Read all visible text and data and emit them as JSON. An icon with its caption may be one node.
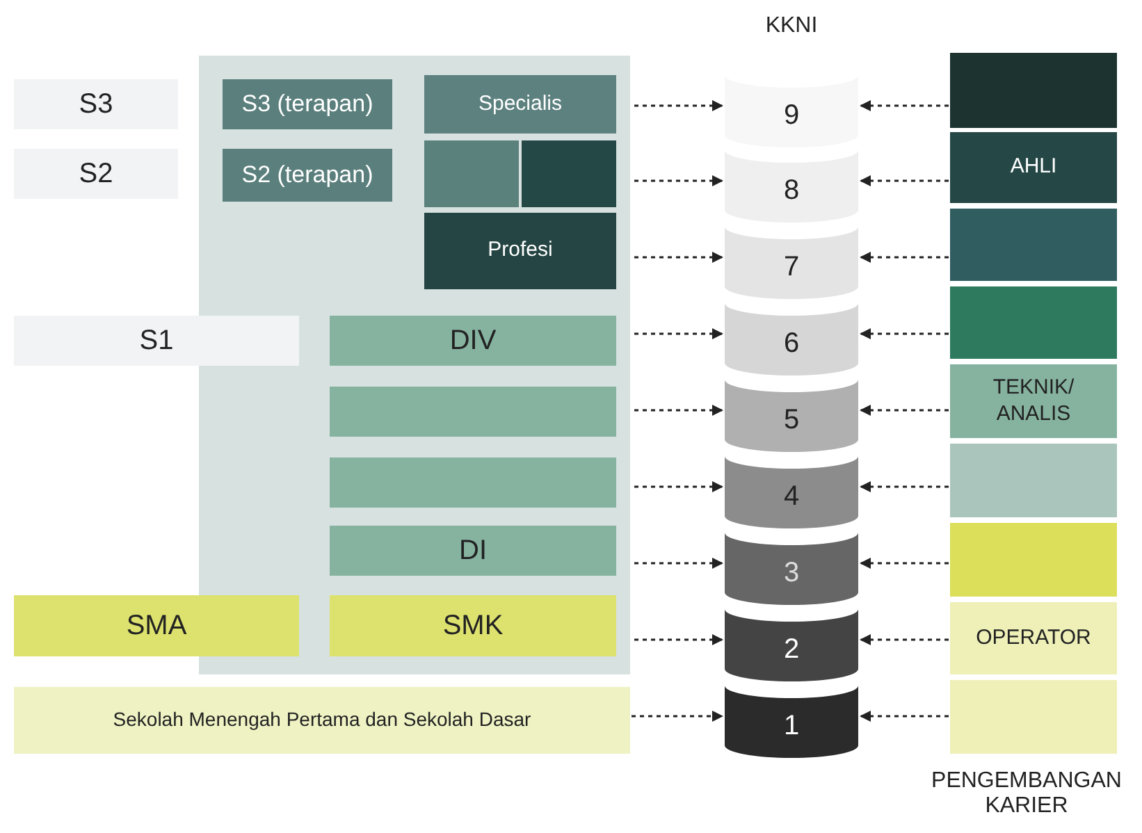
{
  "diagram": {
    "nodes": [
      {
        "text": [
          "S3"
        ]
      },
      {
        "text": [],
        "shape": "box"
      },
      {
        "text": [
          "S3 (terapan)"
        ],
        "in": 1
      },
      {
        "text": [
          "Specialis"
        ],
        "in": 1
      },
      {
        "text": [
          "9"
        ]
      },
      {
        "text": [],
        "shape": "box"
      },
      {
        "text": [
          "S2"
        ]
      },
      {
        "text": [
          "S2 (terapan)"
        ],
        "in": 1
      },
      {
        "text": [],
        "shape": "box",
        "in": 1
      },
      {
        "text": [],
        "shape": "box",
        "in": 1
      },
      {
        "text": [
          "8"
        ]
      },
      {
        "text": [
          "AHLI"
        ]
      },
      {
        "text": [
          "Profesi"
        ],
        "in": 1
      },
      {
        "text": [
          "7"
        ]
      },
      {
        "text": [],
        "shape": "box"
      },
      {
        "text": [
          "S1"
        ]
      },
      {
        "text": [
          "DIV"
        ],
        "in": 1
      },
      {
        "text": [
          "6"
        ]
      },
      {
        "text": [],
        "shape": "box"
      },
      {
        "text": [],
        "shape": "box",
        "in": 1
      },
      {
        "text": [
          "5"
        ]
      },
      {
        "text": [
          "TEKNIK/ ANALIS"
        ]
      },
      {
        "text": [],
        "shape": "box",
        "in": 1
      },
      {
        "text": [
          "4"
        ]
      },
      {
        "text": [],
        "shape": "box"
      },
      {
        "text": [
          "DI"
        ],
        "in": 1
      },
      {
        "text": [
          "3"
        ]
      },
      {
        "text": [],
        "shape": "box"
      },
      {
        "text": [
          "SMA"
        ]
      },
      {
        "text": [
          "SMK"
        ],
        "in": 1
      },
      {
        "text": [
          "2"
        ]
      },
      {
        "text": [
          "OPERATOR"
        ]
      },
      {
        "text": [
          "Sekolah Menengah Pertama dan Sekolah Dasar"
        ]
      },
      {
        "text": [
          "1"
        ]
      },
      {
        "text": [],
        "shape": "box"
      }
    ],
    "edges": [
      {
        "from": 3,
        "to": 4,
        "arrow": "to",
        "style": "dashed"
      },
      {
        "from": 5,
        "to": 4,
        "arrow": "to",
        "style": "dashed"
      },
      {
        "from": 9,
        "to": 10,
        "arrow": "to",
        "style": "dashed"
      },
      {
        "from": 11,
        "to": 10,
        "arrow": "to",
        "style": "dashed"
      },
      {
        "from": 12,
        "to": 13,
        "arrow": "to",
        "style": "dashed"
      },
      {
        "from": 14,
        "to": 13,
        "arrow": "to",
        "style": "dashed"
      },
      {
        "from": 16,
        "to": 17,
        "arrow": "to",
        "style": "dashed"
      },
      {
        "from": 18,
        "to": 17,
        "arrow": "to",
        "style": "dashed"
      },
      {
        "from": 19,
        "to": 20,
        "arrow": "to",
        "style": "dashed"
      },
      {
        "from": 21,
        "to": 20,
        "arrow": "to",
        "style": "dashed"
      },
      {
        "from": 22,
        "to": 23,
        "arrow": "to",
        "style": "dashed"
      },
      {
        "from": 24,
        "to": 23,
        "arrow": "to",
        "style": "dashed"
      },
      {
        "from": 25,
        "to": 26,
        "arrow": "to",
        "style": "dashed"
      },
      {
        "from": 27,
        "to": 26,
        "arrow": "to",
        "style": "dashed"
      },
      {
        "from": 29,
        "to": 30,
        "arrow": "to",
        "style": "dashed"
      },
      {
        "from": 31,
        "to": 30,
        "arrow": "to",
        "style": "dashed"
      },
      {
        "from": 32,
        "to": 33,
        "arrow": "to",
        "style": "dashed"
      },
      {
        "from": 34,
        "to": 33,
        "arrow": "to",
        "style": "dashed"
      }
    ],
    "labels": [
      "KKNI",
      "PENGEMBANGAN KARIER"
    ]
  }
}
